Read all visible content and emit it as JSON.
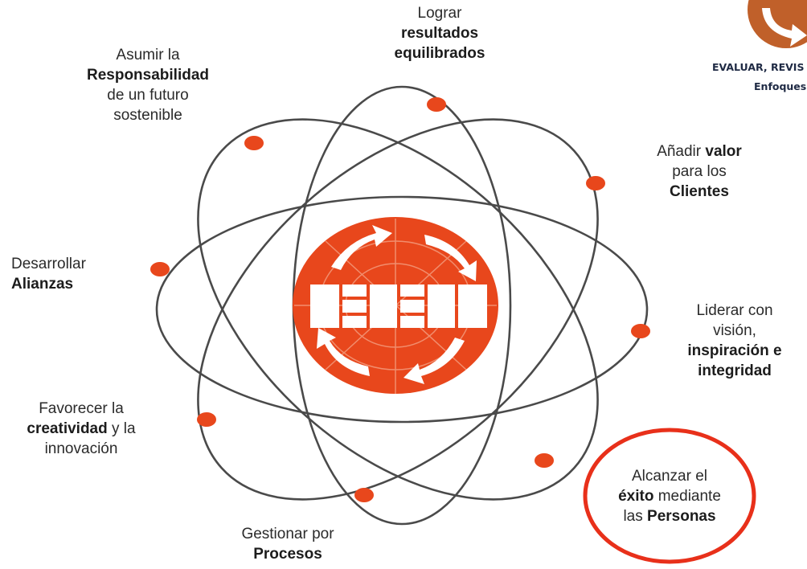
{
  "colors": {
    "accent": "#e8471c",
    "orbit": "#4a4a4a",
    "node": "#e8471c",
    "highlight_ring": "#e8301a",
    "logo_bronze": "#c0602a",
    "logo_text": "#1f2a44"
  },
  "logo": {
    "line1": "EVALUAR, REVIS",
    "line2": "Enfoques"
  },
  "concepts": [
    {
      "id": "resultados",
      "parts": [
        {
          "t": "Lograr",
          "b": false
        },
        {
          "t": "resultados",
          "b": true
        },
        {
          "t": "equilibrados",
          "b": true
        }
      ]
    },
    {
      "id": "responsabilidad",
      "parts": [
        {
          "t": "Asumir la",
          "b": false
        },
        {
          "t": "Responsabilidad",
          "b": true
        },
        {
          "t": "de un futuro",
          "b": false
        },
        {
          "t": "sostenible",
          "b": false
        }
      ]
    },
    {
      "id": "clientes",
      "parts": [
        {
          "t": "Añadir ",
          "b": false
        },
        {
          "t": "valor",
          "b": true
        },
        {
          "t": "para los",
          "b": false
        },
        {
          "t": "Clientes",
          "b": true
        }
      ]
    },
    {
      "id": "alianzas",
      "parts": [
        {
          "t": "Desarrollar",
          "b": false
        },
        {
          "t": "Alianzas",
          "b": true
        }
      ]
    },
    {
      "id": "liderar",
      "parts": [
        {
          "t": "Liderar con",
          "b": false
        },
        {
          "t": "visión,",
          "b": false
        },
        {
          "t": "inspiración e",
          "b": true
        },
        {
          "t": "integridad",
          "b": true
        }
      ]
    },
    {
      "id": "creatividad",
      "parts": [
        {
          "t": "Favorecer la",
          "b": false
        },
        {
          "t": "creatividad",
          "b": true
        },
        {
          "t": " y la",
          "b": false
        },
        {
          "t": "innovación",
          "b": false
        }
      ]
    },
    {
      "id": "personas",
      "parts": [
        {
          "t": "Alcanzar el",
          "b": false
        },
        {
          "t": "éxito",
          "b": true
        },
        {
          "t": " mediante",
          "b": false
        },
        {
          "t": "las ",
          "b": false
        },
        {
          "t": "Personas",
          "b": true
        }
      ]
    },
    {
      "id": "procesos",
      "parts": [
        {
          "t": "Gestionar por",
          "b": false
        },
        {
          "t": "Procesos",
          "b": true
        }
      ]
    }
  ]
}
